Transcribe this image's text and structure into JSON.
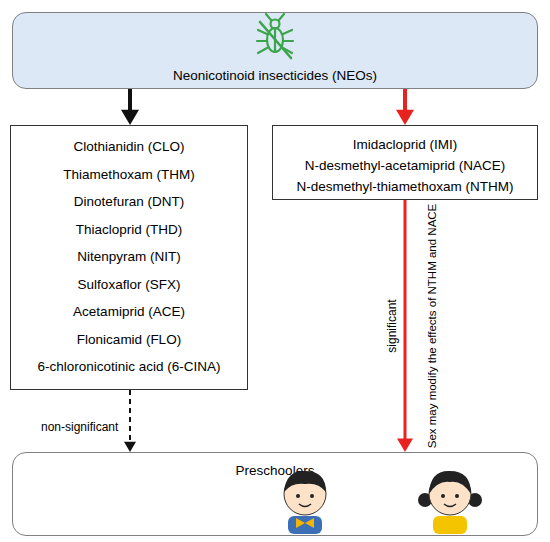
{
  "diagram": {
    "nodes": [
      {
        "text": [
          "Neonicotinoid insecticides (NEOs)"
        ]
      },
      {
        "text": [
          "Clothianidin (CLO)",
          "Thiamethoxam (THM)",
          "Dinotefuran (DNT)",
          "Thiacloprid (THD)",
          "Nitenpyram (NIT)",
          "Sulfoxaflor (SFX)",
          "Acetamiprid (ACE)",
          "Flonicamid (FLO)",
          "6-chloronicotinic acid (6-CINA)"
        ]
      },
      {
        "text": [
          "Imidacloprid (IMI)",
          "N-desmethyl-acetamiprid (NACE)",
          "N-desmethyl-thiamethoxam (NTHM)"
        ]
      },
      {
        "text": [
          "Preschoolers"
        ]
      }
    ],
    "edges": [
      {
        "from": 0,
        "to": 1,
        "arrow": "to"
      },
      {
        "from": 0,
        "to": 2,
        "arrow": "to"
      },
      {
        "from": 1,
        "to": 3,
        "arrow": "to",
        "label": "non-significant"
      },
      {
        "from": 2,
        "to": 3,
        "arrow": "to",
        "label": "significant"
      }
    ],
    "labels": [
      "Sex may modify the effects of NTHM and NACE"
    ]
  }
}
